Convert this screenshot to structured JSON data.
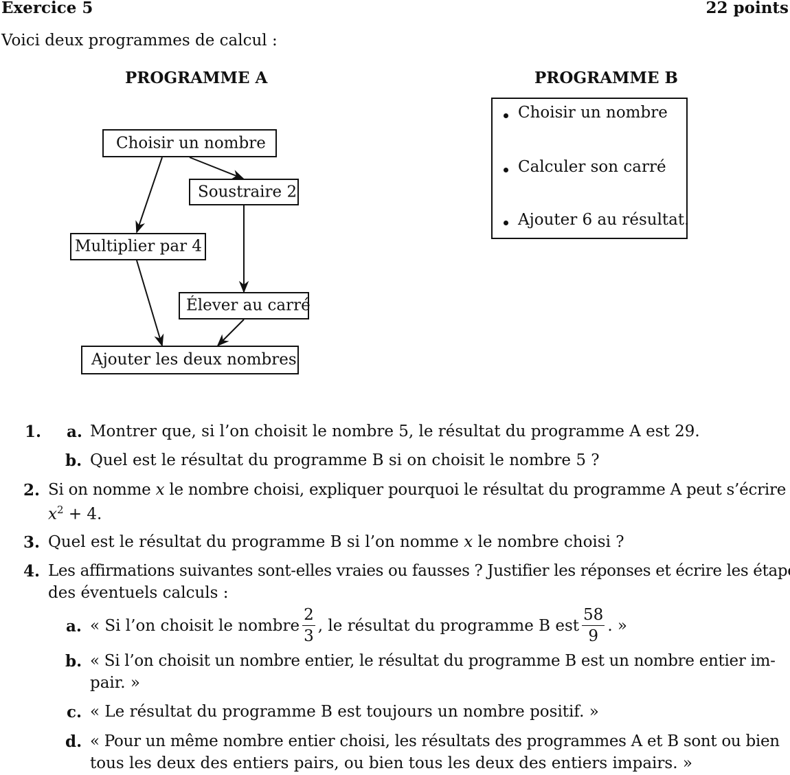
{
  "header": {
    "title": "Exercice 5",
    "points": "22 points"
  },
  "intro": "Voici deux programmes de calcul :",
  "programA": {
    "title": "PROGRAMME A",
    "steps": {
      "choose": "Choisir un nombre",
      "subtract": "Soustraire 2",
      "multiply": "Multiplier par 4",
      "square": "Élever au carré",
      "add": "Ajouter les deux nombres"
    }
  },
  "programB": {
    "title": "PROGRAMME B",
    "steps": [
      "Choisir un nombre",
      "Calculer son carré",
      "Ajouter 6 au résultat."
    ]
  },
  "questions": {
    "q1": {
      "num": "1.",
      "a_label": "a.",
      "a_text": "Montrer que, si l’on choisit le nombre 5, le résultat du programme A est 29.",
      "b_label": "b.",
      "b_text": "Quel est le résultat du programme B si on choisit le nombre 5 ?"
    },
    "q2": {
      "num": "2.",
      "pre": "Si on nomme ",
      "var": "x",
      "mid": " le nombre choisi, expliquer pourquoi le résultat du programme A peut s’écrire",
      "expr_var": "x",
      "expr_exp": "2",
      "expr_rest": " + 4."
    },
    "q3": {
      "num": "3.",
      "pre": "Quel est le résultat du programme B si l’on nomme ",
      "var": "x",
      "post": " le nombre choisi ?"
    },
    "q4": {
      "num": "4.",
      "line1": "Les affirmations suivantes sont-elles vraies ou fausses ? Justifier les réponses et écrire les étapes",
      "line2": "des éventuels calculs :",
      "a_label": "a.",
      "a_pre": "« Si l’on choisit le nombre",
      "a_frac1_num": "2",
      "a_frac1_den": "3",
      "a_mid": ", le résultat du programme B est",
      "a_frac2_num": "58",
      "a_frac2_den": "9",
      "a_post": ". »",
      "b_label": "b.",
      "b_line1": "« Si l’on choisit un nombre entier, le résultat du programme B est un nombre entier im-",
      "b_line2": "pair. »",
      "c_label": "c.",
      "c_text": "« Le résultat du programme B est toujours un nombre positif. »",
      "d_label": "d.",
      "d_line1": "« Pour un même nombre entier choisi, les résultats des programmes A et B sont ou bien",
      "d_line2": "tous les deux des entiers pairs, ou bien tous les deux des entiers impairs. »"
    }
  }
}
